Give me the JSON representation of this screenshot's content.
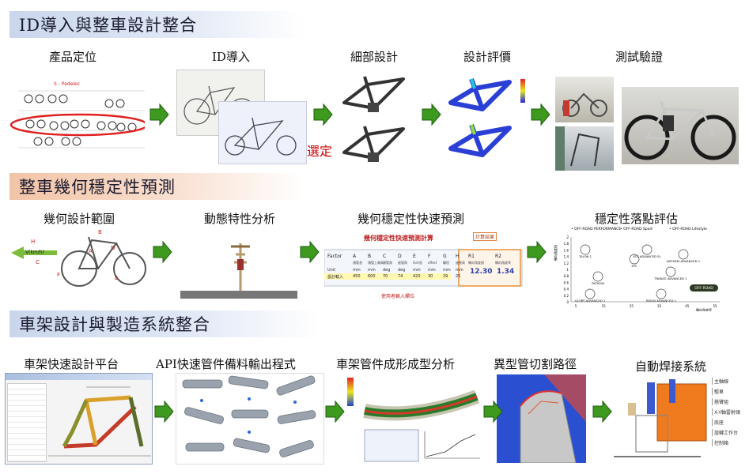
{
  "sections": [
    {
      "title": "ID導入與整車設計整合"
    },
    {
      "title": "整車幾何穩定性預測"
    },
    {
      "title": "車架設計與製造系統整合"
    }
  ],
  "row1": {
    "steps": [
      "產品定位",
      "ID導入",
      "細部設計",
      "設計評價",
      "測試驗證"
    ],
    "select_note": "選定",
    "positioning_heading": "S - Pedelec"
  },
  "row2": {
    "steps": [
      "幾何設計範圍",
      "動態特性分析",
      "幾何穩定性快速預測",
      "穩定性落點評估"
    ],
    "geo_labels": [
      "H",
      "B",
      "D",
      "A",
      "C",
      "F",
      "E",
      "V(km/h)"
    ],
    "table": {
      "title": "幾何穩定性快速預測計算",
      "result_label": "計算結果",
      "input_note": "使用者輸入欄位",
      "headers": [
        "Factor",
        "A",
        "B",
        "C",
        "D",
        "E",
        "F",
        "G",
        "H",
        "R1",
        "R2"
      ],
      "subheaders": [
        "",
        "頭管長",
        "頭管上端高",
        "頭管角",
        "座管角",
        "fork長",
        "offset",
        "輪徑",
        "座墊高",
        "轉向角度指",
        "轉向角度率"
      ],
      "units": [
        "Unit",
        "mm",
        "mm",
        "deg",
        "deg",
        "mm",
        "mm",
        "mm",
        "mm",
        "",
        ""
      ],
      "row_label": "設計輸入",
      "values": [
        "450",
        "600",
        "70",
        "74",
        "420",
        "30",
        "29",
        "25"
      ],
      "results": [
        "12.30",
        "1.34"
      ]
    },
    "scatter": {
      "legend": [
        "OFF-ROAD PERFORMANCE",
        "OFF-ROAD Sport",
        "OFF-ROAD Lifestyle"
      ],
      "xlabel": "轉向角度率",
      "ylabel": "轉向角度指",
      "ylim": [
        0,
        2
      ],
      "yticks": [
        "2",
        "1.8",
        "1.6",
        "1.4",
        "1.2",
        "1",
        "0.8",
        "0.6",
        "0.4",
        "0.2",
        "0"
      ],
      "xticks": [
        "5",
        "15",
        "25",
        "35",
        "45",
        "55"
      ],
      "bike_labels": [
        "TALON 1",
        "XTC ADVANCED SL",
        "ANTHEM ADVANCED 1",
        "XTC",
        "TRANCE ADVANCED 1",
        "FATHOM",
        "GLORY ADVANCED 1",
        "REIGN ADVANCED 1"
      ],
      "badge": "OFF-ROAD"
    }
  },
  "row3": {
    "steps": [
      "車架快速設計平台",
      "API快速管件備料輸出程式",
      "車架管件成形成型分析",
      "異型管切割路徑",
      "自動焊接系統"
    ],
    "welding_labels": [
      "主軸線",
      "驅車",
      "懸臂組",
      "X-Y軸雷射頭",
      "底座",
      "旋轉工作台",
      "控制箱"
    ]
  },
  "colors": {
    "arrow": "#3d9a1f",
    "circle": "#e02020",
    "note": "#cc0000"
  }
}
